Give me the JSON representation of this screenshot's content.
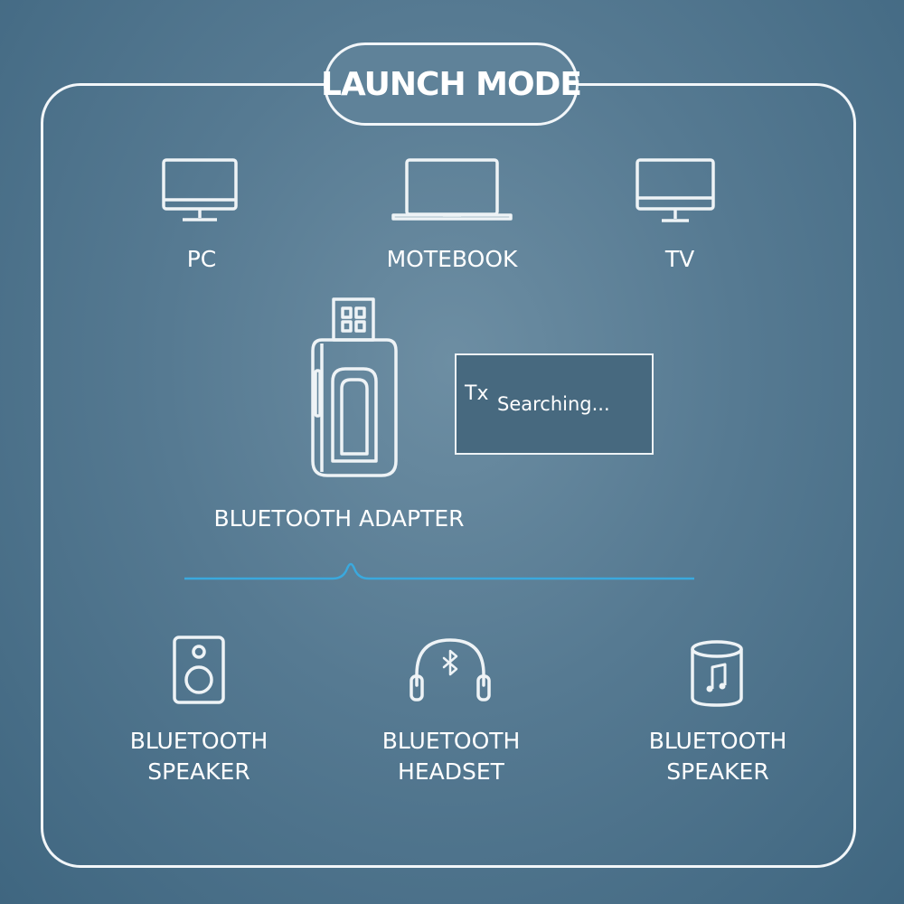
{
  "title": "LAUNCH MODE",
  "sources": [
    {
      "label": "PC",
      "icon": "desktop-monitor-icon"
    },
    {
      "label": "MOTEBOOK",
      "icon": "laptop-icon"
    },
    {
      "label": "TV",
      "icon": "tv-icon"
    }
  ],
  "adapter": {
    "label": "BLUETOOTH ADAPTER",
    "icon": "usb-adapter-icon",
    "screen": {
      "mode": "Tx",
      "status": "Searching..."
    }
  },
  "targets": [
    {
      "line1": "BLUETOOTH",
      "line2": "SPEAKER",
      "icon": "speaker-cabinet-icon"
    },
    {
      "line1": "BLUETOOTH",
      "line2": "HEADSET",
      "icon": "headphones-icon"
    },
    {
      "line1": "BLUETOOTH",
      "line2": "SPEAKER",
      "icon": "cylinder-speaker-icon"
    }
  ],
  "colors": {
    "stroke": "#f2f6f9",
    "divider": "#3aa9de"
  }
}
